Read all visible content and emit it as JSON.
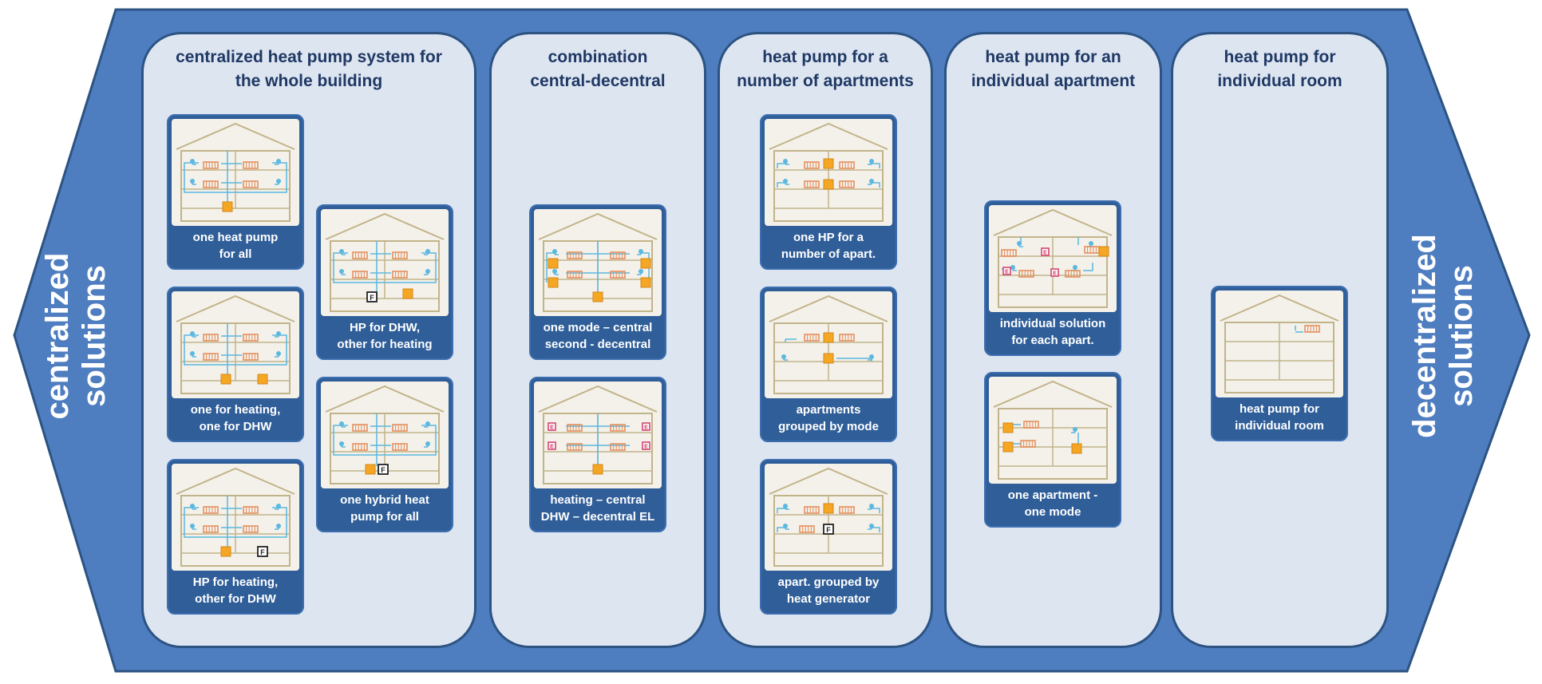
{
  "sides": {
    "left": {
      "line1": "centralized",
      "line2": "solutions"
    },
    "right": {
      "line1": "decentralized",
      "line2": "solutions"
    }
  },
  "colors": {
    "arrow_fill": "#4f7ec0",
    "arrow_stroke": "#2c5382",
    "panel_fill": "#dde5f1",
    "title_text": "#1f3864",
    "card_fill": "#2f5e99",
    "house_line": "#c2b48a",
    "radiator": "#e58a57",
    "heat_pump": "#f5a623",
    "water_pipe": "#5bb8e0"
  },
  "panels": [
    {
      "title": {
        "line1": "centralized heat pump system for",
        "line2": "the whole building"
      },
      "cards": [
        {
          "caption": {
            "line1": "one heat pump",
            "line2": "for all"
          }
        },
        {
          "caption": {
            "line1": "HP for DHW,",
            "line2": "other for heating"
          }
        },
        {
          "caption": {
            "line1": "one for heating,",
            "line2": "one for DHW"
          }
        },
        {
          "caption": {
            "line1": "one hybrid heat",
            "line2": "pump for all"
          }
        },
        {
          "caption": {
            "line1": "HP for heating,",
            "line2": "other for DHW"
          }
        }
      ]
    },
    {
      "title": {
        "line1": "combination",
        "line2": "central-decentral"
      },
      "cards": [
        {
          "caption": {
            "line1": "one mode – central",
            "line2": "second - decentral"
          }
        },
        {
          "caption": {
            "line1": "heating – central",
            "line2": "DHW – decentral EL"
          }
        }
      ]
    },
    {
      "title": {
        "line1": "heat pump for a",
        "line2": "number of apartments"
      },
      "cards": [
        {
          "caption": {
            "line1": "one HP for a",
            "line2": "number of apart."
          }
        },
        {
          "caption": {
            "line1": "apartments",
            "line2": "grouped by mode"
          }
        },
        {
          "caption": {
            "line1": "apart. grouped by",
            "line2": "heat generator"
          }
        }
      ]
    },
    {
      "title": {
        "line1": "heat pump for an",
        "line2": "individual apartment"
      },
      "cards": [
        {
          "caption": {
            "line1": "individual solution",
            "line2": "for each apart."
          }
        },
        {
          "caption": {
            "line1": "one apartment -",
            "line2": "one mode"
          }
        }
      ]
    },
    {
      "title": {
        "line1": "heat pump for",
        "line2": "individual room"
      },
      "cards": [
        {
          "caption": {
            "line1": "heat pump for",
            "line2": "individual room"
          }
        }
      ]
    }
  ],
  "icons": {
    "backup_generator_letter": "F",
    "electric_heater_letter": "E"
  }
}
